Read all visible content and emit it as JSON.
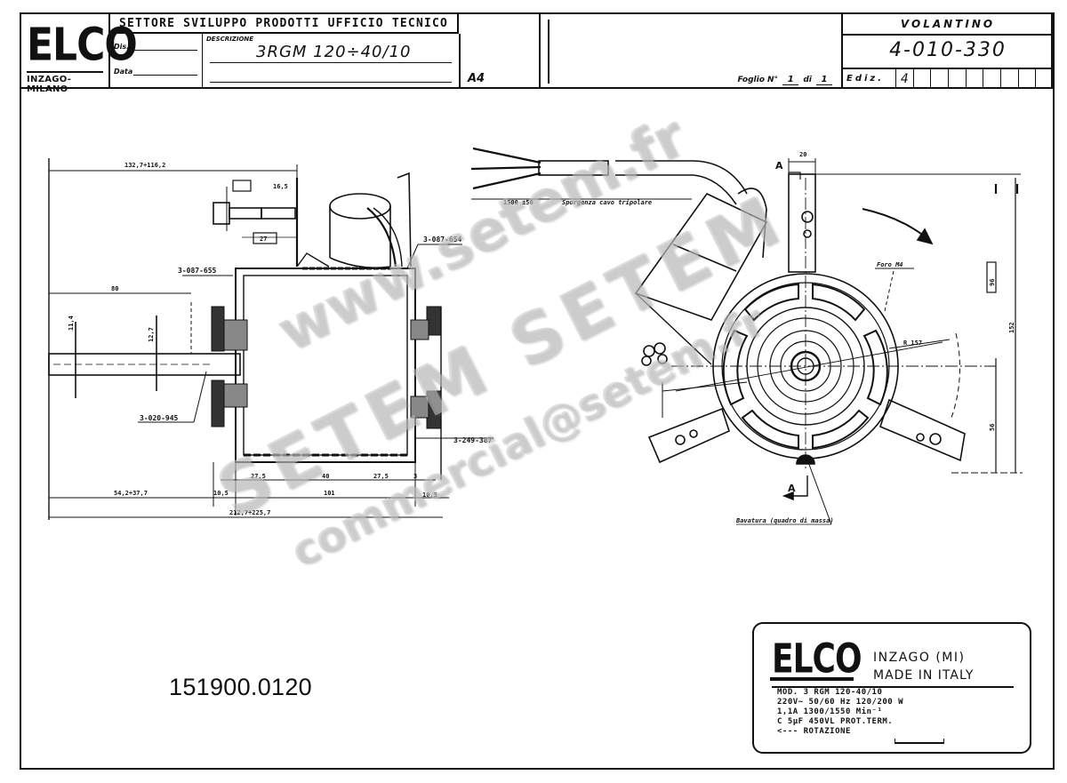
{
  "title_block": {
    "logo": "ELCO",
    "logo_sub": "INZAGO-MILANO",
    "sector": "SETTORE SVILUPPO PRODOTTI UFFICIO TECNICO",
    "dis_label": "Dis.",
    "date_label": "Data",
    "description_label": "DESCRIZIONE",
    "description_value": "3RGM 120÷40/10",
    "format": "A4",
    "foglio_label": "Foglio N°",
    "foglio_number": "1",
    "di_label": "di",
    "foglio_total": "1",
    "doc_type": "VOLANTINO",
    "doc_code": "4-010-330",
    "ediz_label": "Ediz.",
    "ediz_cells": [
      "4",
      "",
      "",
      "",
      "",
      "",
      "",
      "",
      ""
    ]
  },
  "side_view": {
    "dimensions": {
      "overall_top": "132,7÷116,2",
      "bracket_top": "16,5",
      "bracket_mid": "27",
      "shaft_length": "80",
      "shaft_dia_left": "11,4",
      "shaft_dia_right": "12,7",
      "bottom_a": "27,5",
      "bottom_b": "40",
      "bottom_c": "27,5",
      "bottom_d": "3",
      "left_gap": "10,5",
      "body_length": "101",
      "right_gap": "10,5",
      "overall_left": "54,2÷37,7",
      "overall_bottom": "212,7÷225,7"
    },
    "part_numbers": {
      "left_bearing": "3-087-655",
      "right_bearing": "3-087-654",
      "shaft": "3-020-945",
      "end_ring": "3-249-387"
    }
  },
  "front_view": {
    "cable_length": "1500 ±50",
    "cable_label": "Sporgenza cavo tripolare",
    "section_marker": "A",
    "bracket_width": "20",
    "screw_label": "Foro M4",
    "radius_label": "R 157",
    "height_total": "152",
    "height_lower": "56",
    "height_upper": "96",
    "bottom_label": "Bavatura (quadro di massa)"
  },
  "drawing_number": "151900.0120",
  "nameplate": {
    "logo": "ELCO",
    "city": "INZAGO (MI)",
    "made_in": "MADE IN ITALY",
    "lines": [
      "MOD. 3 RGM  120-40/10",
      "220V~ 50/60 Hz  120/200 W",
      "1,1A  1300/1550  Min⁻¹",
      "C 5µF 450VL  PROT.TERM.",
      "<--- ROTAZIONE"
    ]
  },
  "watermark": {
    "url": "www.setem.fr",
    "brand": "SETEM SETEM",
    "email": "commercial@setem.fr"
  }
}
